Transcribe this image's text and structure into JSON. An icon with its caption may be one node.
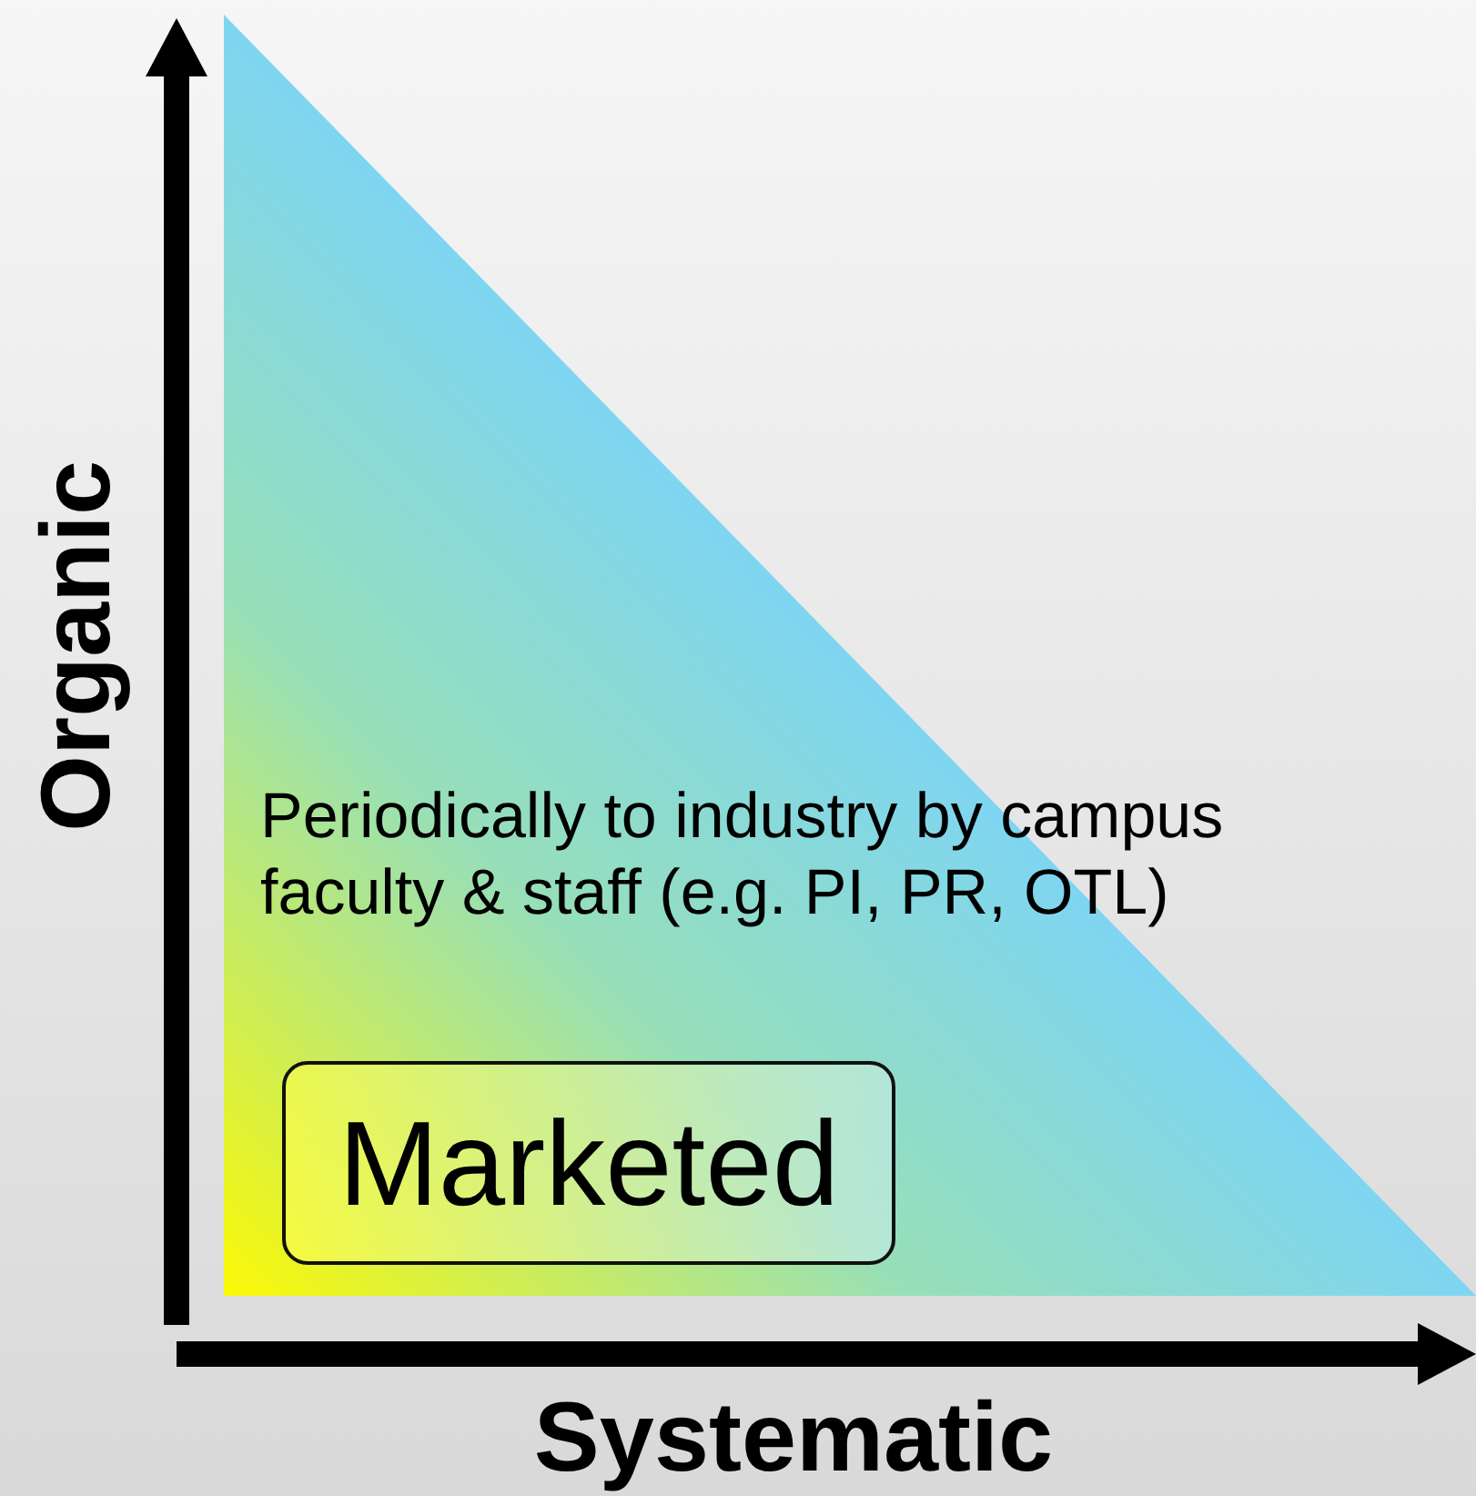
{
  "diagram": {
    "nodes": [
      {
        "text": [
          "Periodically to industry by campus faculty & staff (e.g. PI, PR, OTL)"
        ]
      },
      {
        "text": [
          "Marketed"
        ],
        "in": 0
      }
    ],
    "labels": [
      "Organic",
      "Systematic"
    ]
  }
}
